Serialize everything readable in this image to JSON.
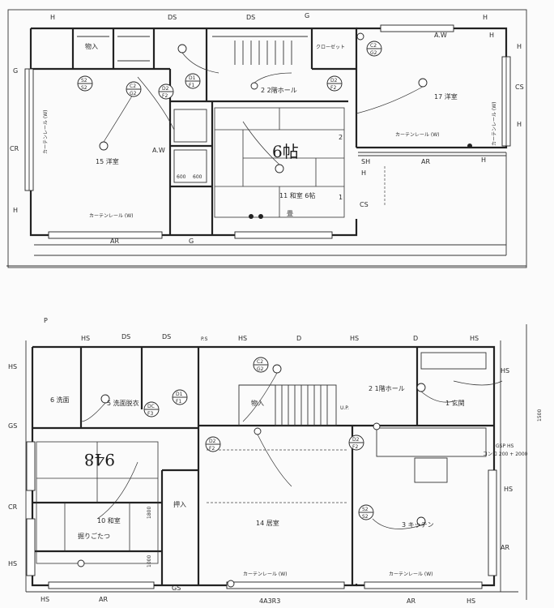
{
  "upper_floor": {
    "labels": {
      "h_tl": "H",
      "ds1": "DS",
      "ds2": "DS",
      "g_top": "G",
      "h_tr": "H",
      "g_left": "G",
      "cr_left": "CR",
      "h_left": "H",
      "h_right1": "H",
      "cs_right": "CS",
      "h_right2": "H",
      "sh": "SH",
      "h_sh": "H",
      "cs_mid": "CS",
      "ar_mid": "AR",
      "h_mid": "H",
      "ar_bottom": "AR",
      "g_bottom": "G",
      "aw": "A.W",
      "aw_top": "A.W",
      "h_yard": "H",
      "num_2": "2",
      "num_1": "1"
    },
    "rooms": {
      "room15": "15 洋室",
      "room17": "17 洋室",
      "tatami_label": "6帖",
      "room11": "11 和室 6帖",
      "hall": "2 2階ホール",
      "tatami_note": "畳",
      "room_top": "物入",
      "closet": "クローゼット"
    },
    "fixtures": {
      "s2": [
        "S2",
        "S2"
      ],
      "c2_a": [
        "C2",
        "G2"
      ],
      "d2_a": [
        "D2",
        "F2"
      ],
      "d1": [
        "D1",
        "F1"
      ],
      "d2_b": [
        "D2",
        "F2"
      ],
      "c2_b": [
        "C2",
        "G2"
      ]
    },
    "notes": {
      "curtain_left": "カーテンレール (W)",
      "curtain_right": "カーテンレール (W)",
      "curtain_bottom": "カーテンレール (W)",
      "dims": [
        "600",
        "600"
      ]
    }
  },
  "lower_floor": {
    "labels": {
      "p": "P",
      "hs_top1": "HS",
      "ds1": "DS",
      "ds2": "DS",
      "ps": "P.S",
      "hs_top2": "HS",
      "d1": "D",
      "hs_top3": "HS",
      "d2": "D",
      "hs_top4": "HS",
      "hs_left": "HS",
      "gs_left": "GS",
      "cr_left": "CR",
      "hs_left2": "HS",
      "hs_right": "HS",
      "gsp_hs": "GSP HS",
      "hs_right2": "HS",
      "ar_right": "AR",
      "hs_bot_left": "HS",
      "ar_bot1": "AR",
      "gs_bot": "GS",
      "code": "4A3R3",
      "ar_bot2": "AR",
      "hs_bot_right": "HS",
      "up": "U.P."
    },
    "big_number": "948",
    "rooms": {
      "room10": "10 和室",
      "room14": "14 居室",
      "hall2": "2 1階ホール",
      "foyer": "1 玄関",
      "room6": "6 洗面",
      "room5": "5 洗面脱衣",
      "room3": "3 キッチン",
      "storage1": "押入",
      "storage2": "物入",
      "kotatsu": "掘りごたつ"
    },
    "fixtures": {
      "c2": [
        "C2",
        "G2"
      ],
      "d1": [
        "D1",
        "F1"
      ],
      "dc": [
        "DC",
        "F3"
      ],
      "d2": [
        "D2",
        "F2"
      ],
      "s2": [
        "S2",
        "S2"
      ],
      "d2_b": [
        "D2",
        "F2"
      ]
    },
    "notes": {
      "curtain_bottom_left": "カーテンレール (W)",
      "curtain_bottom_right": "カーテンレール (W)",
      "side_dim": "1500",
      "cooker": "コンロ 200 + 2000",
      "dims": [
        "1800",
        "1000"
      ]
    }
  }
}
